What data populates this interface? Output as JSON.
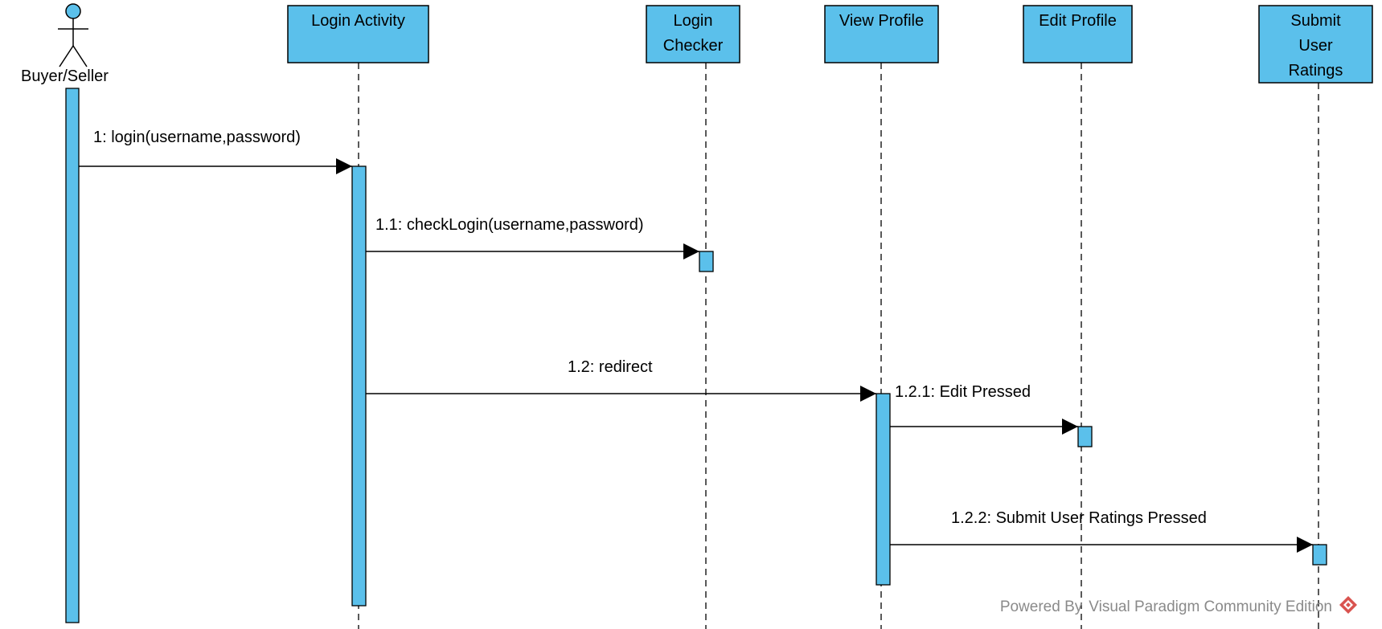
{
  "actor": {
    "name": "Buyer/Seller"
  },
  "lifelines": [
    {
      "id": "login-activity",
      "label": "Login Activity"
    },
    {
      "id": "login-checker",
      "label": "Login\nChecker"
    },
    {
      "id": "view-profile",
      "label": "View Profile"
    },
    {
      "id": "edit-profile",
      "label": "Edit Profile"
    },
    {
      "id": "submit-user-ratings",
      "label": "Submit\nUser\nRatings"
    }
  ],
  "messages": [
    {
      "id": "msg-1",
      "label": "1: login(username,password)",
      "from": "buyer-seller",
      "to": "login-activity"
    },
    {
      "id": "msg-1-1",
      "label": "1.1: checkLogin(username,password)",
      "from": "login-activity",
      "to": "login-checker"
    },
    {
      "id": "msg-1-2",
      "label": "1.2: redirect",
      "from": "login-activity",
      "to": "view-profile"
    },
    {
      "id": "msg-1-2-1",
      "label": "1.2.1: Edit Pressed",
      "from": "view-profile",
      "to": "edit-profile"
    },
    {
      "id": "msg-1-2-2",
      "label": "1.2.2: Submit User Ratings Pressed",
      "from": "view-profile",
      "to": "submit-user-ratings"
    }
  ],
  "footer": {
    "powered_by": "Powered By",
    "product": "Visual Paradigm Community Edition"
  },
  "colors": {
    "fill": "#5bc0eb",
    "stroke": "#000000",
    "footer_text": "#8a8a8a",
    "logo": "#d9534f"
  }
}
